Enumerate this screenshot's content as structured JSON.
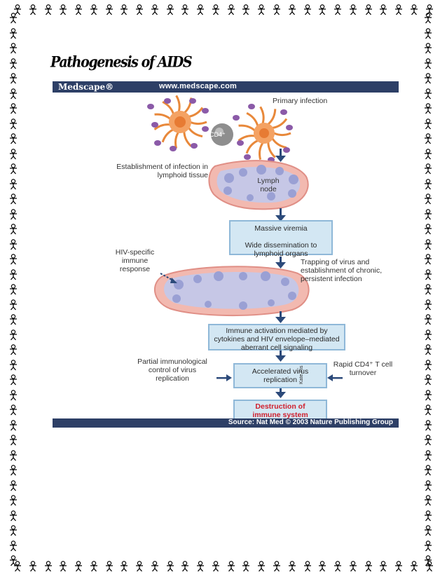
{
  "page": {
    "title": "Pathogenesis of AIDS"
  },
  "figure": {
    "brand": "Medscape®",
    "url": "www.medscape.com",
    "source": "Source: Nat Med © 2003 Nature Publishing Group",
    "credit": "Kate Ris",
    "cell_label": "CD4⁺",
    "lymph_label": "Lymph node",
    "steps": {
      "primary_infection": "Primary infection",
      "establishment": "Establishment of infection in lymphoid tissue",
      "viremia_line1": "Massive viremia",
      "viremia_line2": "Wide dissemination to lymphoid organs",
      "hiv_specific": "HIV-specific immune response",
      "trapping": "Trapping of virus and establishment of chronic, persistent infection",
      "immune_activation": "Immune activation mediated by cytokines and HIV envelope–mediated aberrant cell signaling",
      "partial_control": "Partial immunological control of virus replication",
      "accelerated": "Accelerated virus replication",
      "rapid_turnover": "Rapid CD4⁺ T cell turnover",
      "destruction": "Destruction of immune system"
    }
  },
  "colors": {
    "bar": "#2d3f66",
    "box_fill": "#d3e7f3",
    "box_border": "#8fb8d8",
    "arrow": "#2c4a7a",
    "destruction_text": "#d0202e",
    "cell_orange": "#f0a060",
    "virion": "#8b5aa8",
    "lymph_pink": "#f2b9b0"
  }
}
